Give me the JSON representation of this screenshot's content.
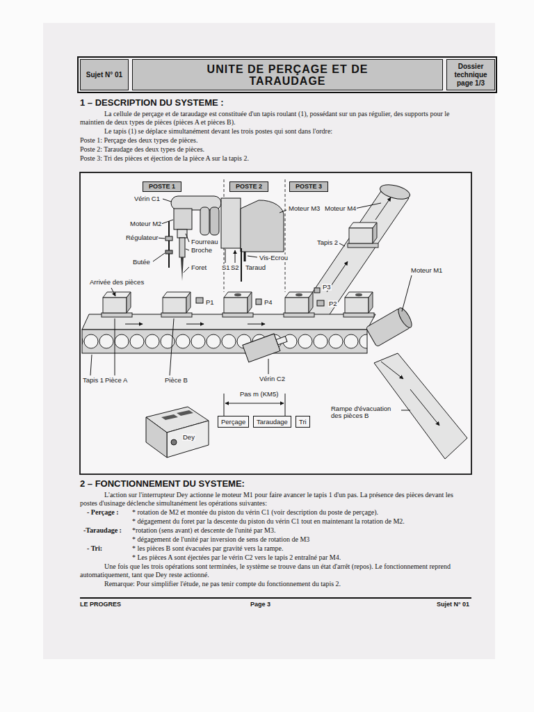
{
  "diagram": {
    "title": "UNITE DE PERÇAGE ET DE TARAUDAGE",
    "nodes": [
      {
        "text": [
          "Sujet N° 01"
        ]
      },
      {
        "text": [
          "Dossier technique page 1/3"
        ]
      },
      {
        "text": [
          "POSTE 1"
        ]
      },
      {
        "text": [
          "POSTE 2"
        ]
      },
      {
        "text": [
          "POSTE 3"
        ]
      },
      {
        "text": [
          "Perçage"
        ]
      },
      {
        "text": [
          "Taraudage"
        ]
      },
      {
        "text": [
          "Tri"
        ]
      }
    ],
    "labels": [
      "1 – DESCRIPTION DU SYSTEME :",
      "La cellule de perçage et de taraudage est constituée d'un tapis roulant (1), possédant sur un pas régulier, des supports pour le maintien de deux types de pièces (pièces A et pièces B).",
      "Le tapis (1) se déplace simultanément devant les trois postes qui sont dans l'ordre:",
      "Poste 1:  Perçage des deux types de pièces.",
      "Poste 2: Taraudage des deux types de pièces.",
      "Poste 3: Tri des pièces et éjection de la pièce A sur la tapis 2.",
      "Vérin C1",
      "Moteur M2",
      "Régulateur",
      "Fourreau",
      "Broche",
      "Butée",
      "Foret",
      "S1",
      "S2",
      "Taraud",
      "Vis-Ecrou",
      "Moteur M3",
      "Moteur M4",
      "Tapis 2",
      "Moteur M1",
      "Arrivée des pièces",
      "P1",
      "P4",
      "P3",
      "P2",
      "Tapis 1",
      "Pièce A",
      "Pièce B",
      "Vérin C2",
      "Pas m (KM5)",
      "Rampe d'évacuation des pièces B",
      "Dey",
      "2 – FONCTIONNEMENT DU SYSTEME:",
      "L'action sur l'interrupteur Dey actionne le moteur M1 pour faire avancer le tapis 1 d'un pas. La présence des pièces devant les postes d'usinage déclenche simultanément les opérations suivantes:",
      "- Perçage :",
      "* rotation de M2 et montée du piston du vérin C1  (voir description du poste de perçage).",
      "* dégagement du foret par la descente du piston du vérin C1  tout en maintenant la rotation de M2.",
      "-Taraudage :",
      "*rotation (sens avant) et descente de l'unité par M3.",
      "* dégagement de l'unité par inversion de sens de rotation de M3",
      "- Tri:",
      "* les pièces B sont évacuées par gravité vers la rampe.",
      "* Les pièces A sont éjectées par le vérin C2 vers le tapis 2 entraîné par M4.",
      "Une fois que les trois opérations sont terminées, le système se trouve dans un état d'arrêt (repos). Le fonctionnement reprend automatiquement, tant que Dey reste actionné.",
      "Remarque: Pour simplifier l'étude, ne pas tenir compte du fonctionnement du tapis 2.",
      "LE PROGRES",
      "Page 3",
      "Sujet N° 01"
    ]
  }
}
